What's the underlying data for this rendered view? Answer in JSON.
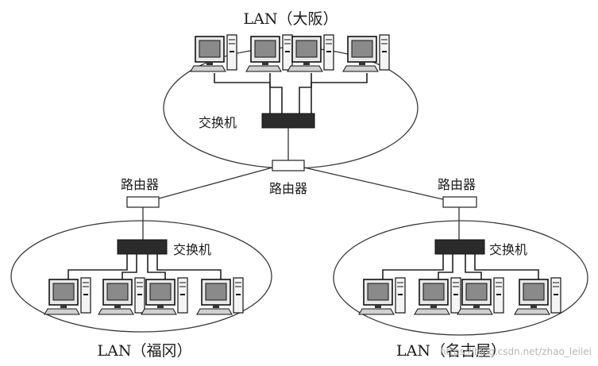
{
  "networks": {
    "osaka": {
      "title": "LAN（大阪）",
      "switch_label": "交换机"
    },
    "fukuoka": {
      "title": "LAN（福冈）",
      "switch_label": "交换机"
    },
    "nagoya": {
      "title": "LAN（名古屋）",
      "switch_label": "交换机"
    }
  },
  "routers": {
    "center": "路由器",
    "left": "路由器",
    "right": "路由器"
  },
  "watermark": "https://blog.csdn.net/zhao_leilei",
  "icons": [
    "computer-icon",
    "switch-icon",
    "router-icon"
  ],
  "colors": {
    "line": "#222222",
    "switch_fill": "#2b2b2b",
    "background": "#ffffff"
  }
}
